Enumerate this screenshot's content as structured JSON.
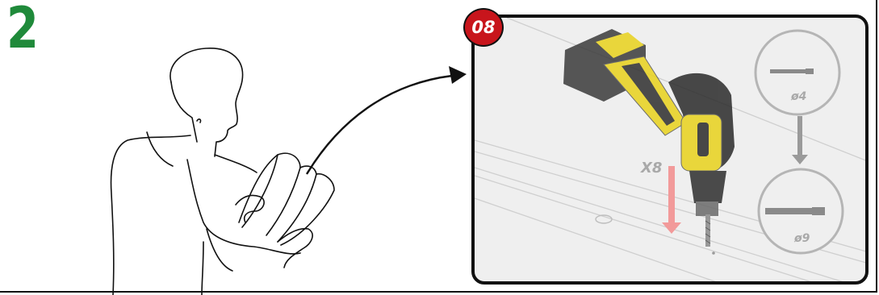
{
  "step": {
    "number": "2"
  },
  "substep": {
    "badge": "08"
  },
  "annotations": {
    "repeat_count": "X8",
    "pilot_bit": "ø4",
    "final_bit": "ø9"
  },
  "colors": {
    "step_number": "#1f8a3a",
    "badge": "#c8151c",
    "drill_body": "#e8d21c",
    "drill_dark": "#2a2a2a",
    "arrow_down": "#f29a9a",
    "label_gray": "#a9a9a9"
  },
  "icons": [
    "person-reading-manual-icon",
    "curved-arrow-icon",
    "cordless-drill-icon",
    "drill-bit-icon",
    "down-arrow-icon"
  ]
}
